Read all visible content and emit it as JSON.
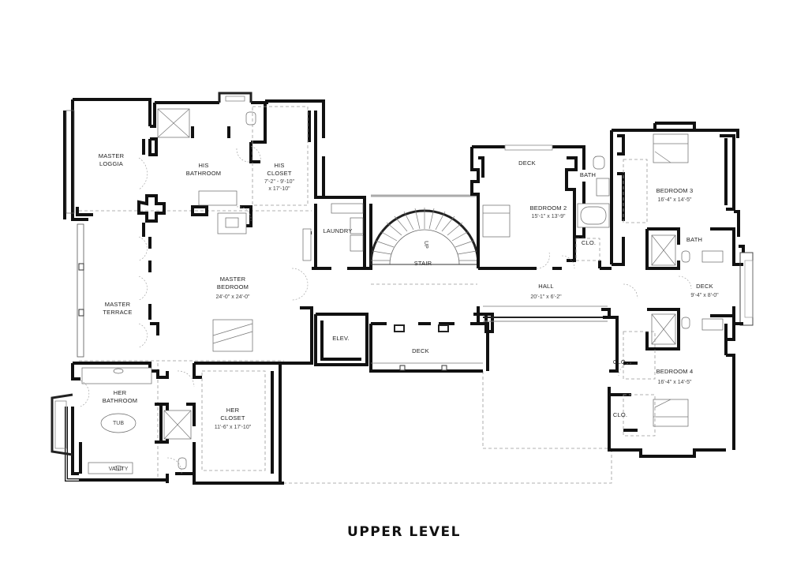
{
  "title": "UPPER LEVEL",
  "rooms": {
    "master_loggia": [
      "MASTER",
      "LOGGIA"
    ],
    "his_bathroom": [
      "HIS",
      "BATHROOM"
    ],
    "his_closet": [
      "HIS",
      "CLOSET"
    ],
    "his_closet_dims": [
      "7'-2\" - 9'-10\"",
      "x 17'-10\""
    ],
    "master_bedroom": [
      "MASTER",
      "BEDROOM"
    ],
    "master_bedroom_dims": "24'-0\" x 24'-0\"",
    "master_terrace": [
      "MASTER",
      "TERRACE"
    ],
    "laundry": "LAUNDRY",
    "elev": "ELEV.",
    "stair": "STAIR",
    "up": "UP",
    "deck_bottom": "DECK",
    "deck_top": "DECK",
    "bath_top": "BATH",
    "bedroom2": "BEDROOM 2",
    "bedroom2_dims": "15'-1\" x 13'-9\"",
    "clo_b2": "CLO.",
    "hall": "HALL",
    "hall_dims": "20'-1\" x 6'-2\"",
    "bedroom3": "BEDROOM 3",
    "bedroom3_dims": "16'-4\" x 14'-5\"",
    "bath_right": "BATH",
    "deck_right": "DECK",
    "deck_right_dims": "9'-4\" x 8'-0\"",
    "clo_b4_top": "CLO.",
    "clo_b4_bottom": "CLO.",
    "bedroom4": "BEDROOM 4",
    "bedroom4_dims": "16'-4\" x 14'-5\"",
    "her_bathroom": [
      "HER",
      "BATHROOM"
    ],
    "tub": "TUB",
    "vanity": "VANITY",
    "her_closet": [
      "HER",
      "CLOSET"
    ],
    "her_closet_dims": "11'-6\" x 17'-10\""
  }
}
